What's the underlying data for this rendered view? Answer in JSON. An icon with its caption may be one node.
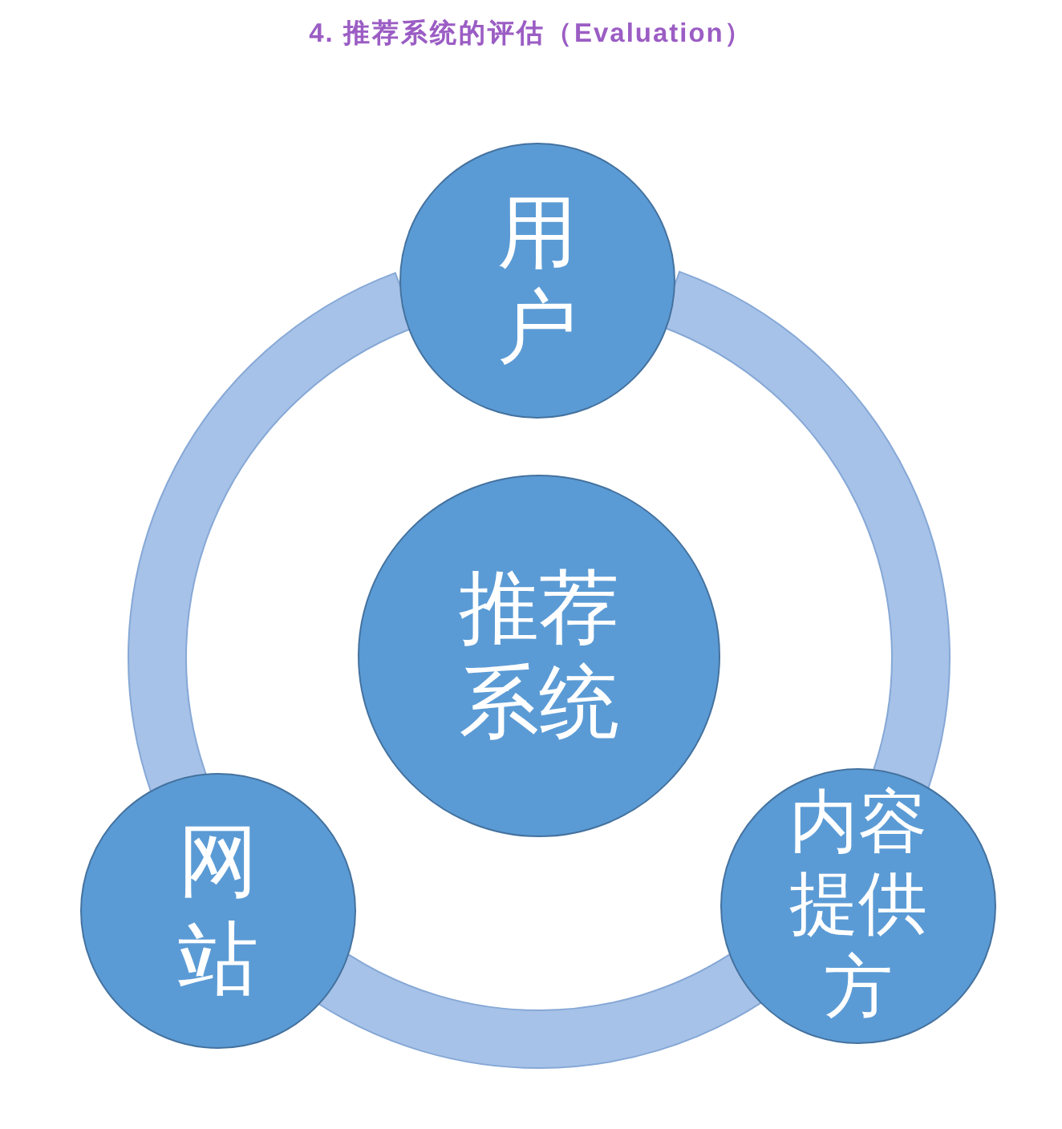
{
  "diagram": {
    "title": "4. 推荐系统的评估（Evaluation）",
    "nodes": [
      {
        "text": [
          "用户"
        ]
      },
      {
        "text": [
          "推荐系统"
        ]
      },
      {
        "text": [
          "网站"
        ]
      },
      {
        "text": [
          "内容提供方"
        ]
      }
    ],
    "edges": [
      {
        "from": 0,
        "to": 2,
        "arrow": "none"
      },
      {
        "from": 2,
        "to": 3,
        "arrow": "none"
      },
      {
        "from": 3,
        "to": 0,
        "arrow": "none"
      }
    ]
  }
}
